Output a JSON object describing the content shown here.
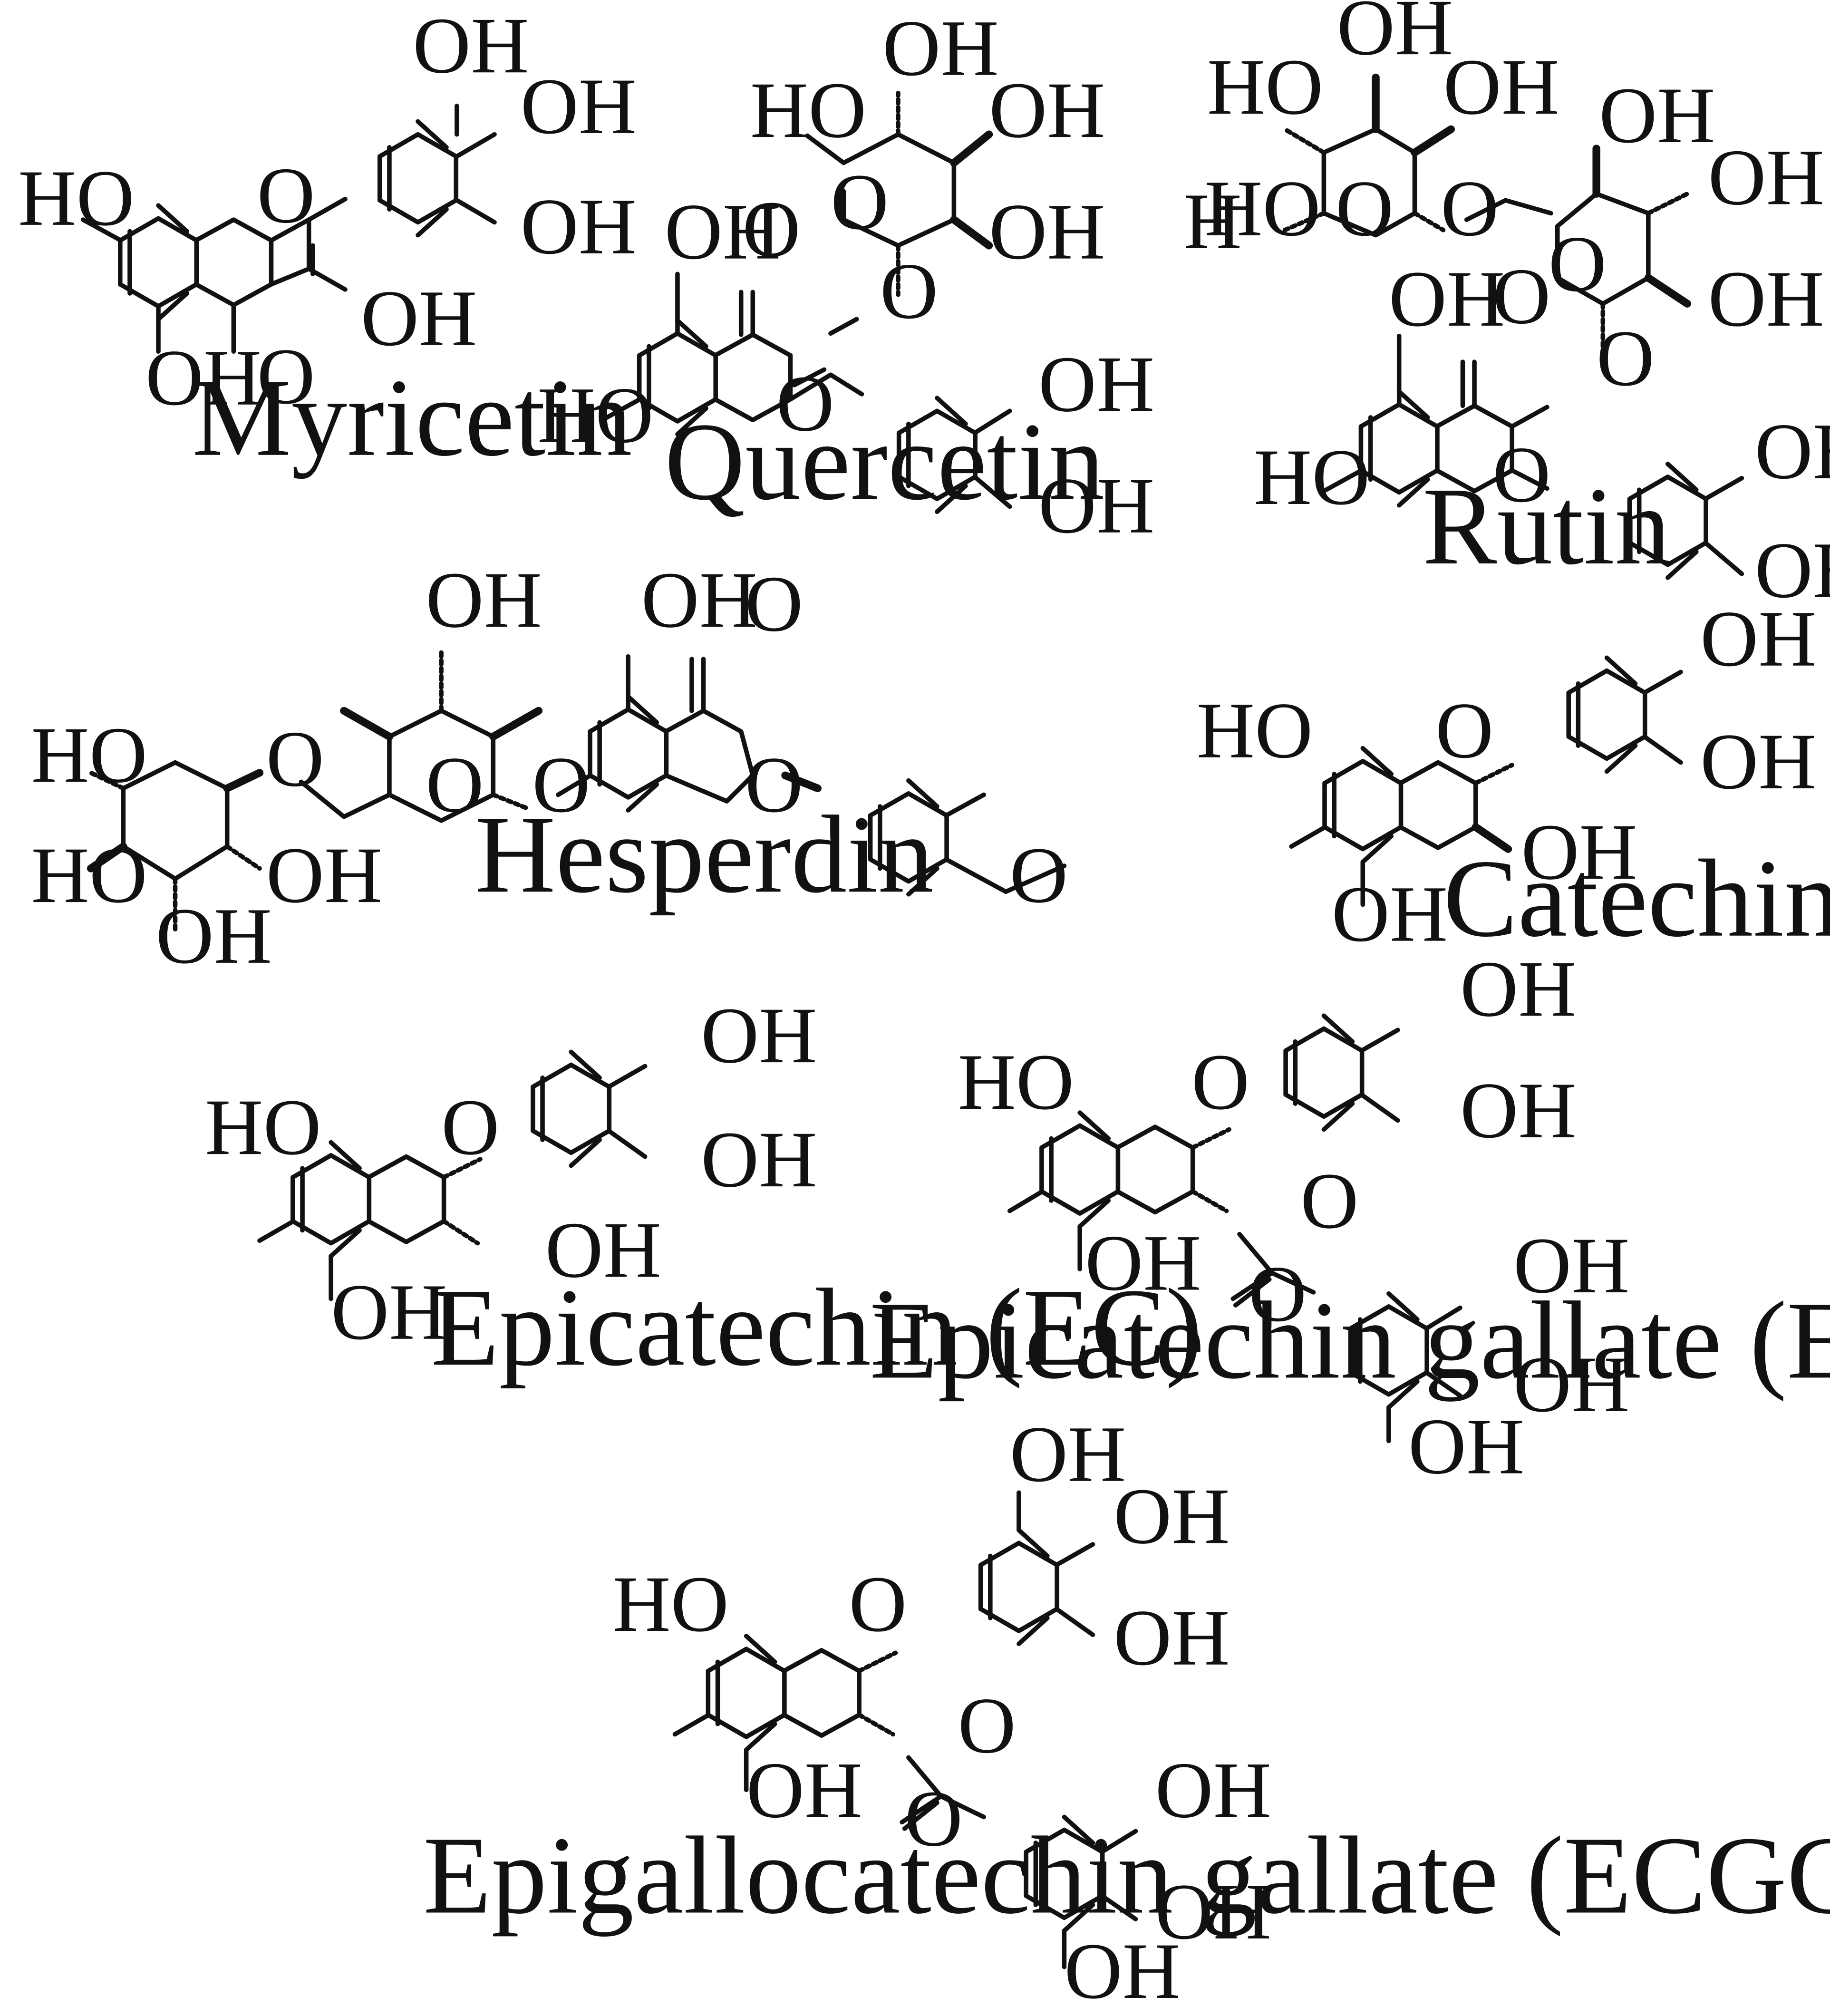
{
  "compounds": [
    {
      "name": "Myricetin",
      "atoms": [
        "OH",
        "OH",
        "OH",
        "HO",
        "O",
        "OH",
        "OH",
        "O"
      ]
    },
    {
      "name": "Quercetin",
      "atoms": [
        "OH",
        "HO",
        "OH",
        "O",
        "OH",
        "OH",
        "O",
        "O",
        "O",
        "HO",
        "OH",
        "OH"
      ]
    },
    {
      "name": "Rutin",
      "atoms": [
        "OH",
        "HO",
        "OH",
        "OH",
        "OH",
        "HO",
        "H",
        "O",
        "O",
        "O",
        "OH",
        "OH",
        "O",
        "O",
        "HO",
        "O",
        "OH",
        "OH"
      ]
    },
    {
      "name": "Hesperdin",
      "atoms": [
        "OH",
        "OH",
        "O",
        "HO",
        "O",
        "O",
        "O",
        "O",
        "HO",
        "OH",
        "OH",
        "O"
      ]
    },
    {
      "name": "Catechin (C)",
      "atoms": [
        "OH",
        "HO",
        "O",
        "OH",
        "OH",
        "OH"
      ]
    },
    {
      "name": "Epicatechin (EC)",
      "atoms": [
        "OH",
        "HO",
        "O",
        "OH",
        "OH",
        "OH"
      ]
    },
    {
      "name": "Epicatechin gallate (ECG)",
      "atoms": [
        "OH",
        "HO",
        "O",
        "OH",
        "O",
        "OH",
        "O",
        "OH",
        "OH",
        "OH"
      ]
    },
    {
      "name": "Epigallocatechin gallate (ECGC)",
      "atoms": [
        "OH",
        "OH",
        "HO",
        "O",
        "OH",
        "OH",
        "O",
        "OH",
        "O",
        "OH",
        "OH",
        "OH"
      ]
    }
  ],
  "colors": {
    "ink": "#111111",
    "background": "#ffffff"
  }
}
